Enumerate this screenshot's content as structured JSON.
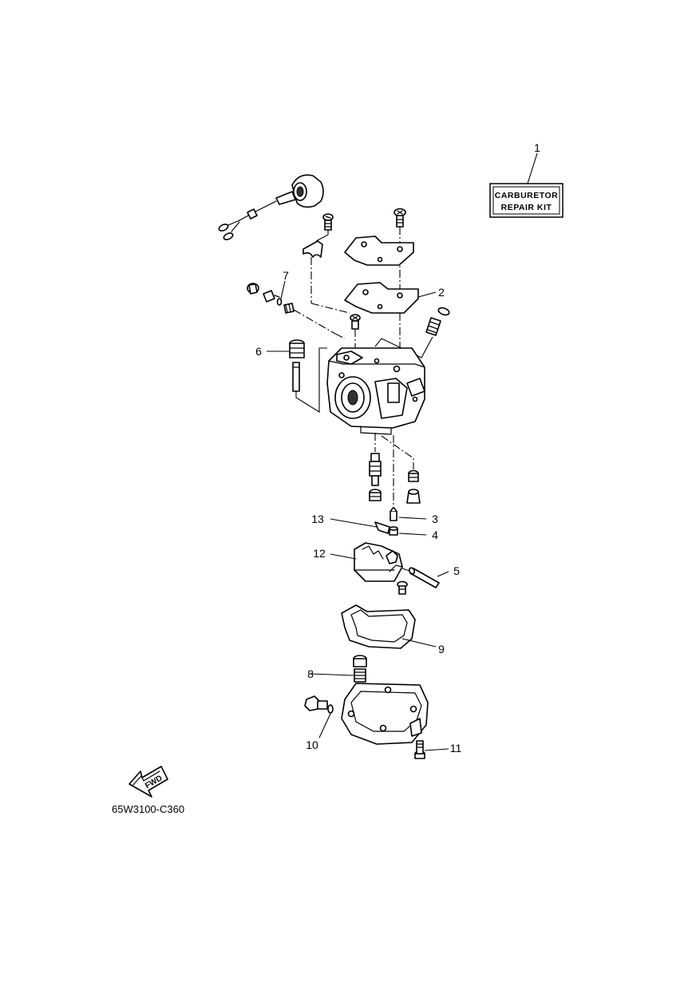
{
  "diagram": {
    "kit_label_line1": "CARBURETOR",
    "kit_label_line2": "REPAIR KIT",
    "fwd_label": "FWD",
    "drawing_code": "65W3100-C360",
    "callouts": {
      "c1": "1",
      "c2": "2",
      "c3": "3",
      "c4": "4",
      "c5": "5",
      "c6": "6",
      "c7": "7",
      "c8": "8",
      "c9": "9",
      "c10": "10",
      "c11": "11",
      "c12": "12",
      "c13": "13"
    }
  }
}
